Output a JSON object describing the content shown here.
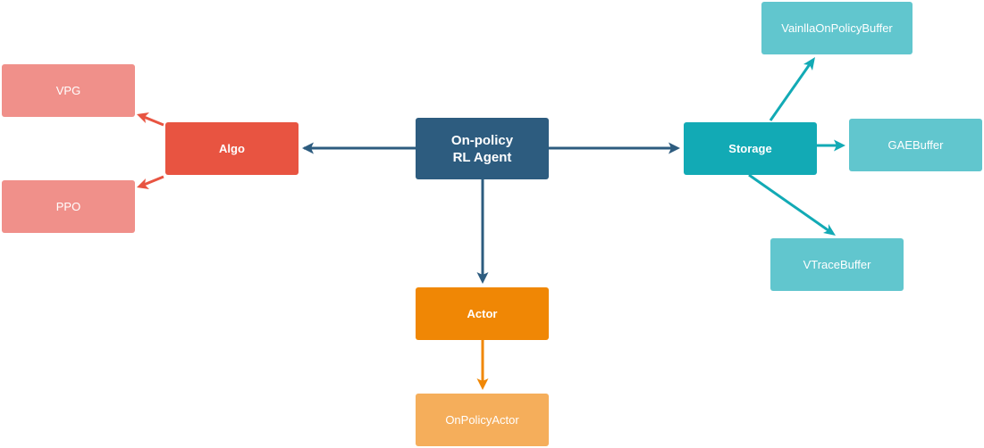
{
  "diagram": {
    "nodes": {
      "agent": {
        "label": "On-policy\nRL Agent",
        "color": "#2d5c7f"
      },
      "algo": {
        "label": "Algo",
        "color": "#e85441"
      },
      "vpg": {
        "label": "VPG",
        "color": "#f0908a"
      },
      "ppo": {
        "label": "PPO",
        "color": "#f0908a"
      },
      "actor": {
        "label": "Actor",
        "color": "#f08705"
      },
      "onpolicy_actor": {
        "label": "OnPolicyActor",
        "color": "#f5ae5b"
      },
      "storage": {
        "label": "Storage",
        "color": "#12aab5"
      },
      "vanilla_buffer": {
        "label": "VainllaOnPolicyBuffer",
        "color": "#61c6ce"
      },
      "gae_buffer": {
        "label": "GAEBuffer",
        "color": "#61c6ce"
      },
      "vtrace_buffer": {
        "label": "VTraceBuffer",
        "color": "#61c6ce"
      }
    },
    "edge_colors": {
      "agent": "#2d5c7f",
      "algo": "#e85441",
      "actor": "#f08705",
      "storage": "#12aab5"
    },
    "edges": [
      {
        "from": "On-policy RL Agent",
        "to": "Algo"
      },
      {
        "from": "On-policy RL Agent",
        "to": "Storage"
      },
      {
        "from": "On-policy RL Agent",
        "to": "Actor"
      },
      {
        "from": "Algo",
        "to": "VPG"
      },
      {
        "from": "Algo",
        "to": "PPO"
      },
      {
        "from": "Actor",
        "to": "OnPolicyActor"
      },
      {
        "from": "Storage",
        "to": "VainllaOnPolicyBuffer"
      },
      {
        "from": "Storage",
        "to": "GAEBuffer"
      },
      {
        "from": "Storage",
        "to": "VTraceBuffer"
      }
    ]
  }
}
